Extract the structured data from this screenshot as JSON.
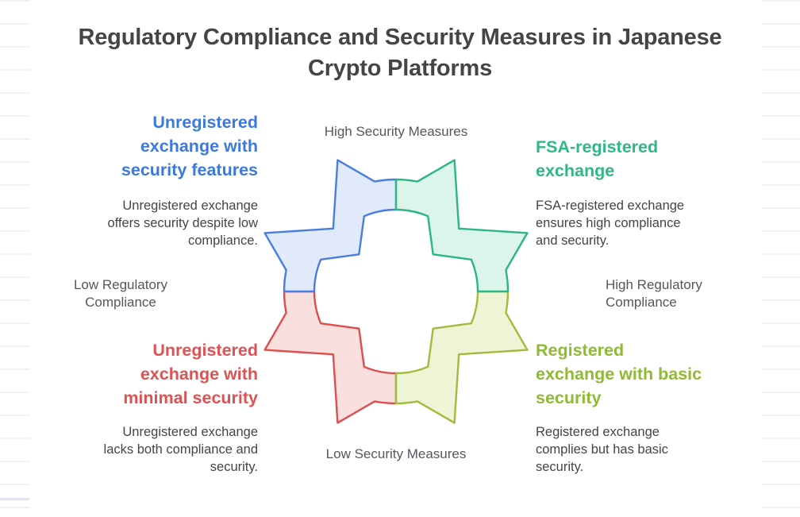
{
  "title": "Regulatory Compliance and Security Measures in Japanese\nCrypto Platforms",
  "title_color": "#454545",
  "axis_labels": {
    "top": "High Security Measures",
    "bottom": "Low Security Measures",
    "left": "Low Regulatory\nCompliance",
    "right": "High Regulatory\nCompliance",
    "color": "#54585d"
  },
  "quadrants": [
    {
      "id": "top-left",
      "heading": "Unregistered\nexchange with\nsecurity features",
      "description": "Unregistered exchange\noffers security despite low\ncompliance.",
      "heading_color": "#3c79de",
      "arc_stroke": "#4a7de2",
      "arc_fill": "#e1eafb"
    },
    {
      "id": "top-right",
      "heading": "FSA-registered\nexchange",
      "description": "FSA-registered exchange\nensures high compliance\nand security.",
      "heading_color": "#2eb787",
      "arc_stroke": "#2bb687",
      "arc_fill": "#dcf5ea"
    },
    {
      "id": "bottom-left",
      "heading": "Unregistered\nexchange with\nminimal security",
      "description": "Unregistered exchange\nlacks both compliance and\nsecurity.",
      "heading_color": "#e05153",
      "arc_stroke": "#df4d4d",
      "arc_fill": "#fadfdf"
    },
    {
      "id": "bottom-right",
      "heading": "Registered\nexchange with basic\nsecurity",
      "description": "Registered exchange\ncomplies but has basic\nsecurity.",
      "heading_color": "#8fba33",
      "arc_stroke": "#9fbc3d",
      "arc_fill": "#eef4d5"
    }
  ],
  "body_text_color": "#454545"
}
